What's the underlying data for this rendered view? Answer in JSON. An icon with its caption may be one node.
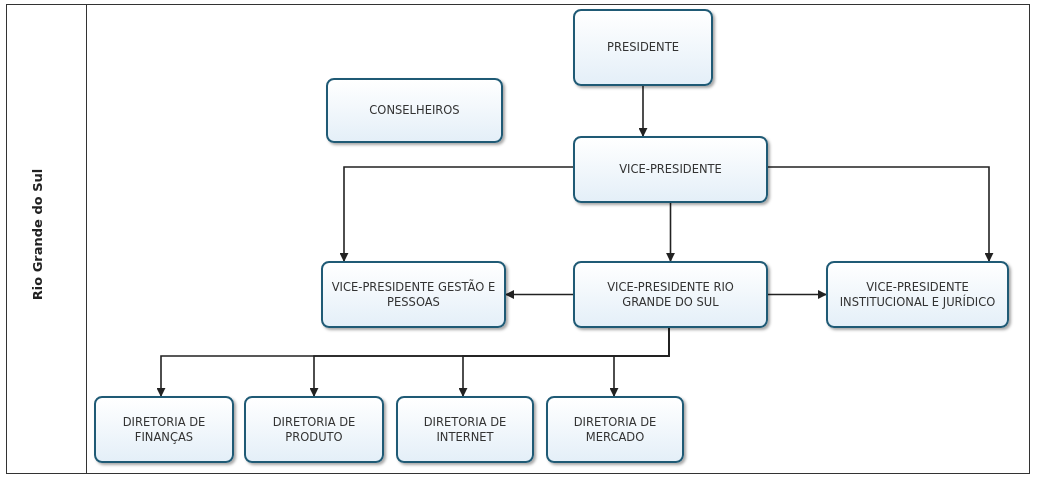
{
  "diagram": {
    "nodes": [
      {
        "text": [
          "Rio Grande do Sul"
        ]
      },
      {
        "text": [
          "PRESIDENTE"
        ],
        "in": 0
      },
      {
        "text": [
          "CONSELHEIROS"
        ],
        "in": 0
      },
      {
        "text": [
          "VICE-PRESIDENTE"
        ],
        "in": 0
      },
      {
        "text": [
          "VICE-PRESIDENTE GESTÃO E PESSOAS"
        ],
        "in": 0
      },
      {
        "text": [
          "VICE-PRESIDENTE RIO GRANDE DO SUL"
        ],
        "in": 0
      },
      {
        "text": [
          "VICE-PRESIDENTE INSTITUCIONAL E JURÍDICO"
        ],
        "in": 0
      },
      {
        "text": [
          "DIRETORIA DE FINANÇAS"
        ],
        "in": 0
      },
      {
        "text": [
          "DIRETORIA DE PRODUTO"
        ],
        "in": 0
      },
      {
        "text": [
          "DIRETORIA DE INTERNET"
        ],
        "in": 0
      },
      {
        "text": [
          "DIRETORIA DE MERCADO"
        ],
        "in": 0
      }
    ],
    "edges": [
      {
        "from": 1,
        "to": 3,
        "arrow": "to"
      },
      {
        "from": 3,
        "to": 4,
        "arrow": "to"
      },
      {
        "from": 3,
        "to": 5,
        "arrow": "to"
      },
      {
        "from": 3,
        "to": 6,
        "arrow": "to"
      },
      {
        "from": 5,
        "to": 4,
        "arrow": "to"
      },
      {
        "from": 5,
        "to": 6,
        "arrow": "to"
      },
      {
        "from": 5,
        "to": 7,
        "arrow": "to"
      },
      {
        "from": 5,
        "to": 8,
        "arrow": "to"
      },
      {
        "from": 5,
        "to": 9,
        "arrow": "to"
      },
      {
        "from": 5,
        "to": 10,
        "arrow": "to"
      }
    ]
  }
}
